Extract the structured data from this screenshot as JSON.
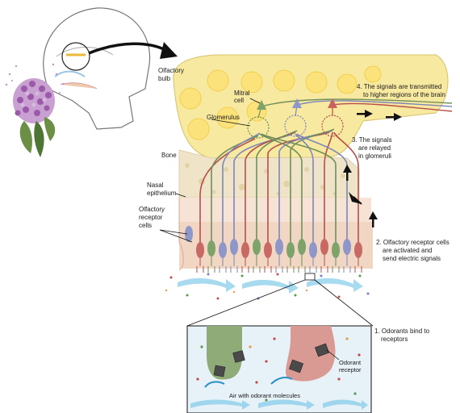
{
  "labels": {
    "olfactory_bulb": [
      "Olfactory",
      "bulb"
    ],
    "mitral_cell": [
      "Mitral",
      "cell"
    ],
    "glomerulus": "Glomerulus",
    "bone": "Bone",
    "nasal_epithelium": [
      "Nasal",
      "epithelium"
    ],
    "olfactory_receptor_cells": [
      "Olfactory",
      "receptor",
      "cells"
    ],
    "odorant_receptor": [
      "Odorant",
      "receptor"
    ],
    "air_with_odorant": "Air with odorant molecules"
  },
  "steps": [
    {
      "lines": [
        "1. Odorants bind to",
        "receptors"
      ]
    },
    {
      "lines": [
        "2. Olfactory receptor cells",
        "are activated and",
        "send electric signals"
      ]
    },
    {
      "lines": [
        "3. The signals",
        "are relayed",
        "in glomeruli"
      ]
    },
    {
      "lines": [
        "4. The signals are transmitted",
        "to higher regions of the brain"
      ]
    }
  ],
  "colors": {
    "bulb": "#f8e9a0",
    "bulb_circle": "#fbe27a",
    "bone": "#efe4c8",
    "epithelium": "#f2d6c4",
    "neuron_red": "#b84e4a",
    "neuron_green": "#6f8f5a",
    "neuron_blue": "#7f86b8",
    "air_arrow": "#7cc8e8",
    "flower": "#b57fc1",
    "leaf": "#5b7f3a"
  }
}
